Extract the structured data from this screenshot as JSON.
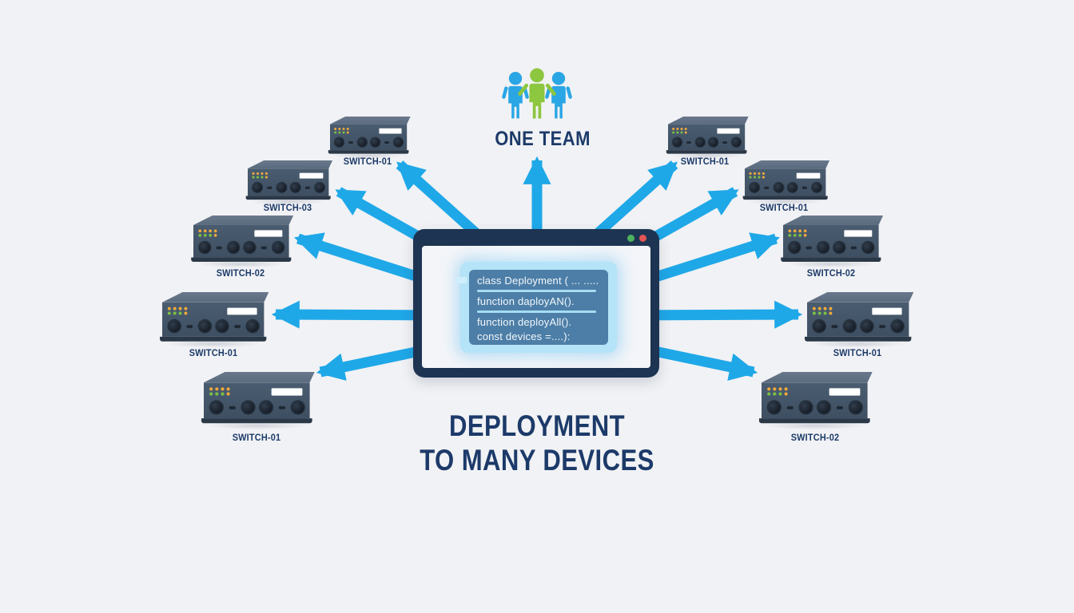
{
  "team": {
    "label": "ONE TEAM"
  },
  "title": {
    "line1": "DEPLOYMENT",
    "line2": "TO MANY DEVICES"
  },
  "code_window": {
    "lines": [
      "class Deployment ( ... .....",
      "function daployAN().",
      "function deployAll().",
      "const devices =....):"
    ],
    "traffic_dots": [
      "green",
      "red"
    ]
  },
  "switches": [
    {
      "id": "left-1",
      "label": "SWITCH-01"
    },
    {
      "id": "left-2",
      "label": "SWITCH-03"
    },
    {
      "id": "left-3",
      "label": "SWITCH-02"
    },
    {
      "id": "left-4",
      "label": "SWITCH-01"
    },
    {
      "id": "left-5",
      "label": "SWITCH-01"
    },
    {
      "id": "right-1",
      "label": "SWITCH-01"
    },
    {
      "id": "right-2",
      "label": "SWITCH-01"
    },
    {
      "id": "right-3",
      "label": "SWITCH-02"
    },
    {
      "id": "right-4",
      "label": "SWITCH-01"
    },
    {
      "id": "right-5",
      "label": "SWITCH-02"
    }
  ],
  "colors": {
    "bg": "#f1f2f5",
    "arrow": "#1fa8e8",
    "navy_text": "#1c3a69",
    "window_frame": "#1d3452",
    "screen": "#f3f5f9",
    "panel_glow": "#b5e3f7",
    "panel": "#4d7ea7",
    "panel_divider": "#a5ddf2",
    "code_text": "#f2f8fc",
    "dot_green": "#4db35f",
    "dot_red": "#e25555",
    "person_blue": "#2aa6e5",
    "person_green": "#8dc63f",
    "switch_top": "#5b6b7e",
    "switch_front": "#3e4f62",
    "switch_base": "#2b3847",
    "port": "#1f2833",
    "led_orange": "#f2a93b",
    "led_green": "#7cc143",
    "plate": "#ffffff"
  }
}
